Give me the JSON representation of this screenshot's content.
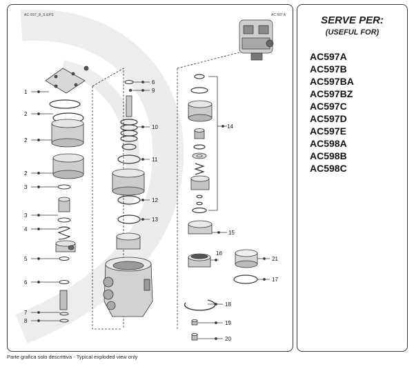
{
  "header": {
    "code_left": "AC-597_8_S.EPS",
    "code_right": "AC 597 A"
  },
  "callouts": {
    "c1": "1",
    "c2a": "2",
    "c2b": "2",
    "c2c": "2",
    "c3a": "3",
    "c3b": "3",
    "c4": "4",
    "c5": "5",
    "c6a": "6",
    "c7": "7",
    "c8": "8",
    "c6b": "6",
    "c9": "9",
    "c10": "10",
    "c11": "11",
    "c12": "12",
    "c13": "13",
    "c14": "14",
    "c15": "15",
    "c16": "16",
    "c17": "17",
    "c18": "18",
    "c19": "19",
    "c20": "20",
    "c21": "21"
  },
  "serve_per": {
    "title": "SERVE PER:",
    "subtitle": "(USEFUL FOR)",
    "models": [
      "AC597A",
      "AC597B",
      "AC597BA",
      "AC597BZ",
      "AC597C",
      "AC597D",
      "AC597E",
      "AC598A",
      "AC598B",
      "AC598C"
    ]
  },
  "footer": {
    "caption": "Parte grafica solo descrittiva - Typical exploded view only"
  }
}
